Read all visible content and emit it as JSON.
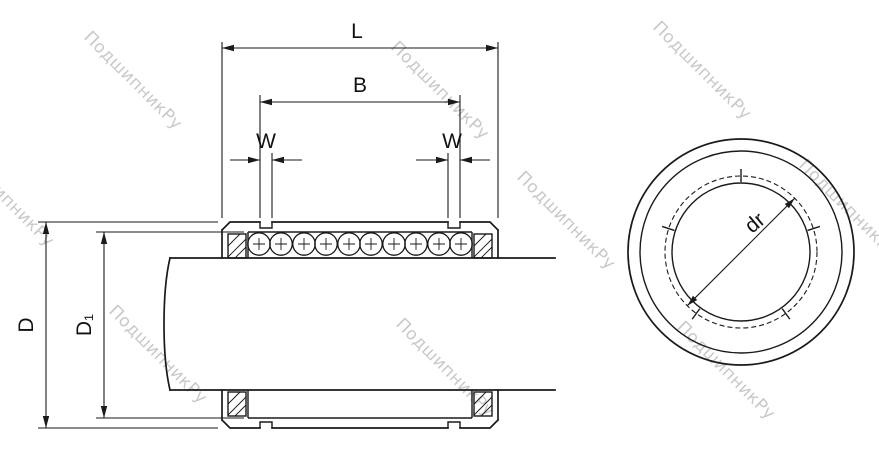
{
  "dimensions": {
    "length": "L",
    "race_span": "B",
    "groove_width": "W",
    "outer_diameter": "D",
    "inner_race_diameter": "D₁",
    "bore_diameter": "dr"
  },
  "watermark": {
    "text": "ПодшипникРу"
  },
  "colors": {
    "line": "#1a1a1a",
    "watermark": "#c9c9c9",
    "background": "#ffffff"
  }
}
